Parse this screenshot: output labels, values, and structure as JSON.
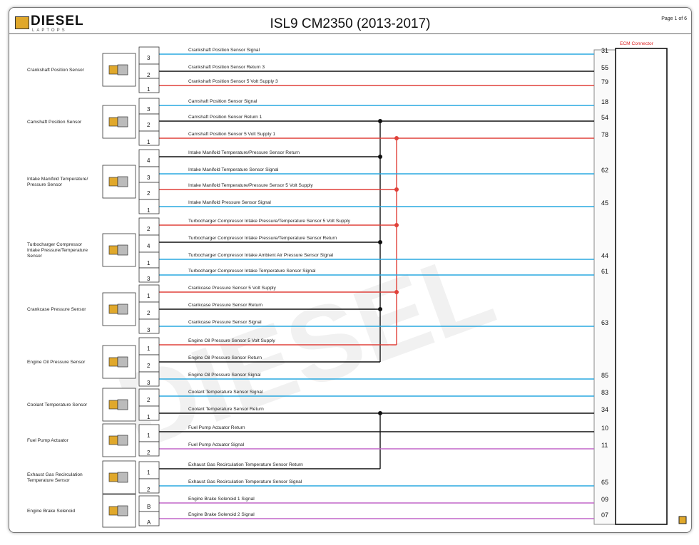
{
  "header": {
    "logo_text": "DIESEL",
    "logo_sub": "LAPTOPS",
    "title": "ISL9 CM2350 (2013-2017)",
    "page": "Page 1 of 6"
  },
  "colors": {
    "signal": "#29a8e0",
    "ground": "#111111",
    "supply": "#e0413a",
    "actuator": "#c266c9"
  },
  "ecm": {
    "title": "ECM Connector"
  },
  "sensors": [
    {
      "label": [
        "Crankshaft Position Sensor"
      ],
      "icon": "connector-3pin-icon",
      "pins": [
        "3",
        "2",
        "1"
      ]
    },
    {
      "label": [
        "Camshaft Position Sensor"
      ],
      "icon": "connector-3pin-icon",
      "pins": [
        "3",
        "2",
        "1"
      ]
    },
    {
      "label": [
        "Intake Manifold Temperature/",
        "Pressure Sensor"
      ],
      "icon": "connector-4pin-icon",
      "pins": [
        "4",
        "3",
        "2",
        "1"
      ]
    },
    {
      "label": [
        "Turbocharger Compressor",
        "Intake Pressure/Temperature",
        "Sensor"
      ],
      "icon": "connector-4pin-icon",
      "pins": [
        "2",
        "4",
        "1",
        "3"
      ]
    },
    {
      "label": [
        "Crankcase Pressure Sensor"
      ],
      "icon": "pressure-probe-icon",
      "pins": [
        "1",
        "2",
        "3"
      ]
    },
    {
      "label": [
        "Engine Oil Pressure Sensor"
      ],
      "icon": "oil-pressure-sensor-icon",
      "pins": [
        "1",
        "2",
        "3"
      ]
    },
    {
      "label": [
        "Coolant Temperature Sensor"
      ],
      "icon": "temperature-sensor-icon",
      "pins": [
        "2",
        "1"
      ]
    },
    {
      "label": [
        "Fuel Pump Actuator"
      ],
      "icon": "fuel-pump-actuator-icon",
      "pins": [
        "1",
        "2"
      ]
    },
    {
      "label": [
        "Exhaust Gas Recirculation",
        "Temperature Sensor"
      ],
      "icon": "temperature-sensor-icon",
      "pins": [
        "1",
        "2"
      ]
    },
    {
      "label": [
        "Engine Brake Solenoid"
      ],
      "icon": "solenoid-icon",
      "pins": [
        "B",
        "A"
      ]
    }
  ],
  "wires": [
    {
      "label": "Crankshaft Position Sensor Signal",
      "color": "signal",
      "ecm_pin": "31"
    },
    {
      "label": "Crankshaft Position Sensor Return 3",
      "color": "ground",
      "ecm_pin": "55"
    },
    {
      "label": "Crankshaft Position Sensor  5 Volt Supply 3",
      "color": "supply",
      "ecm_pin": "79"
    },
    {
      "label": "Camshaft Position Sensor Signal",
      "color": "signal",
      "ecm_pin": "18"
    },
    {
      "label": "Camshaft Position Sensor Return 1",
      "color": "ground",
      "ecm_pin": "54"
    },
    {
      "label": "Camshaft Position Sensor  5 Volt Supply 1",
      "color": "supply",
      "ecm_pin": "78"
    },
    {
      "label": "Intake Manifold Temperature/Pressure Sensor Return",
      "color": "ground",
      "ecm_pin": ""
    },
    {
      "label": "Intake Manifold Temperature Sensor Signal",
      "color": "signal",
      "ecm_pin": "62"
    },
    {
      "label": "Intake Manifold Temperature/Pressure Sensor 5 Volt Supply",
      "color": "supply",
      "ecm_pin": ""
    },
    {
      "label": "Intake Manifold Pressure Sensor Signal",
      "color": "signal",
      "ecm_pin": "45"
    },
    {
      "label": "Turbocharger Compressor Intake Pressure/Temperature Sensor 5 Volt Supply",
      "color": "supply",
      "ecm_pin": ""
    },
    {
      "label": "Turbocharger Compressor Intake Pressure/Temperature Sensor Return",
      "color": "ground",
      "ecm_pin": ""
    },
    {
      "label": "Turbocharger Compressor Intake Ambient Air Pressure Sensor Signal",
      "color": "signal",
      "ecm_pin": "44"
    },
    {
      "label": "Turbocharger Compressor Intake Temperature  Sensor Signal",
      "color": "signal",
      "ecm_pin": "61"
    },
    {
      "label": "Crankcase Pressure Sensor 5 Volt Supply",
      "color": "supply",
      "ecm_pin": ""
    },
    {
      "label": "Crankcase Pressure Sensor Return",
      "color": "ground",
      "ecm_pin": ""
    },
    {
      "label": "Crankcase Pressure Sensor Signal",
      "color": "signal",
      "ecm_pin": "63"
    },
    {
      "label": "Engine Oil Pressure Sensor 5  Volt Supply",
      "color": "supply",
      "ecm_pin": ""
    },
    {
      "label": "Engine Oil Pressure Sensor Return",
      "color": "ground",
      "ecm_pin": ""
    },
    {
      "label": "Engine Oil Pressure Sensor Signal",
      "color": "signal",
      "ecm_pin": "85"
    },
    {
      "label": "Coolant Temperature Sensor Signal",
      "color": "signal",
      "ecm_pin": "83"
    },
    {
      "label": "Coolant Temperature Sensor Return",
      "color": "ground",
      "ecm_pin": "34"
    },
    {
      "label": "Fuel Pump Actuator Return",
      "color": "ground",
      "ecm_pin": "10"
    },
    {
      "label": "Fuel Pump Actuator Signal",
      "color": "actuator",
      "ecm_pin": "11"
    },
    {
      "label": "Exhaust Gas Recirculation Temperature Sensor Return",
      "color": "ground",
      "ecm_pin": ""
    },
    {
      "label": "Exhaust Gas Recirculation Temperature Sensor Signal",
      "color": "signal",
      "ecm_pin": "65"
    },
    {
      "label": "Engine Brake Solenoid 1 Signal",
      "color": "actuator",
      "ecm_pin": "09"
    },
    {
      "label": "Engine Brake Solenoid 2 Signal",
      "color": "actuator",
      "ecm_pin": "07"
    }
  ]
}
